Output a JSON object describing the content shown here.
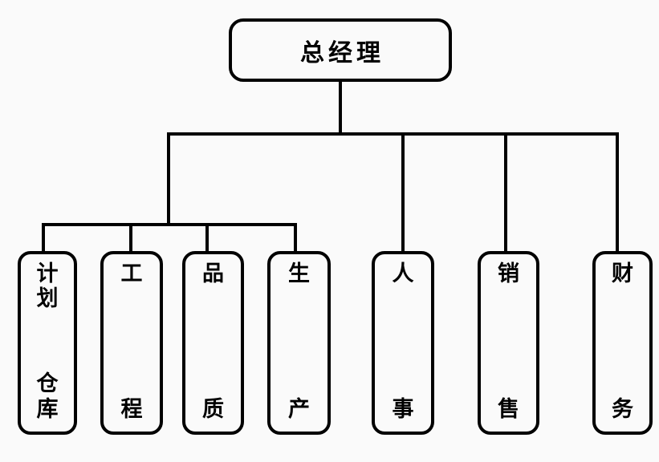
{
  "page": {
    "background_color": "#fafafa",
    "line_color": "#000000",
    "type": "organization-chart"
  },
  "root": {
    "label": "总经理"
  },
  "departments": [
    {
      "name": "计划仓库",
      "top": "计划",
      "bottom": "仓库"
    },
    {
      "name": "工程",
      "top": "工",
      "bottom": "程"
    },
    {
      "name": "品质",
      "top": "品",
      "bottom": "质"
    },
    {
      "name": "生产",
      "top": "生",
      "bottom": "产"
    },
    {
      "name": "人事",
      "top": "人",
      "bottom": "事"
    },
    {
      "name": "销售",
      "top": "销",
      "bottom": "售"
    },
    {
      "name": "财务",
      "top": "财",
      "bottom": "务"
    }
  ]
}
